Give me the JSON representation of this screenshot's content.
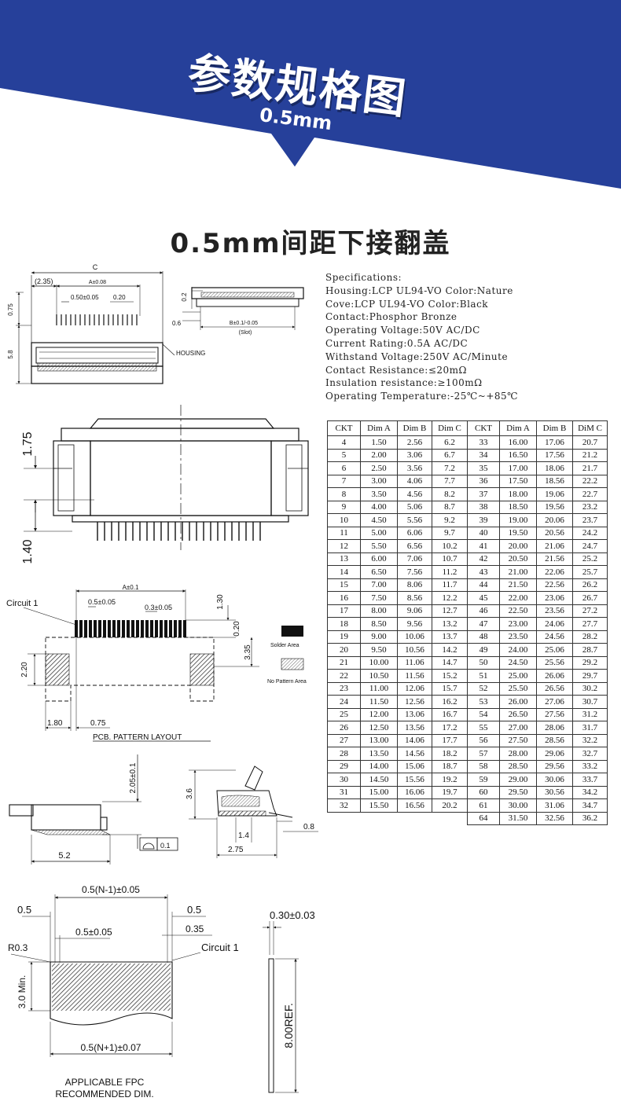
{
  "banner": {
    "title": "参数规格图",
    "subtitle": "0.5mm",
    "color": "#26409a"
  },
  "headline": "0.5mm间距下接翻盖",
  "specs": {
    "heading": "Specifications:",
    "lines": [
      "Housing:LCP UL94-VO Color:Nature",
      "Cove:LCP UL94-VO Color:Black",
      "Contact:Phosphor Bronze",
      "Operating Voltage:50V AC/DC",
      "Current Rating:0.5A AC/DC",
      "Withstand Voltage:250V AC/Minute",
      "Contact Resistance:≤20mΩ",
      "Insulation resistance:≥100mΩ",
      "Operating Temperature:-25℃~+85℃"
    ]
  },
  "table": {
    "headers": [
      "CKT",
      "Dim A",
      "Dim B",
      "Dim C",
      "CKT",
      "Dim A",
      "Dim B",
      "DiM C"
    ],
    "rows": [
      [
        "4",
        "1.50",
        "2.56",
        "6.2",
        "33",
        "16.00",
        "17.06",
        "20.7"
      ],
      [
        "5",
        "2.00",
        "3.06",
        "6.7",
        "34",
        "16.50",
        "17.56",
        "21.2"
      ],
      [
        "6",
        "2.50",
        "3.56",
        "7.2",
        "35",
        "17.00",
        "18.06",
        "21.7"
      ],
      [
        "7",
        "3.00",
        "4.06",
        "7.7",
        "36",
        "17.50",
        "18.56",
        "22.2"
      ],
      [
        "8",
        "3.50",
        "4.56",
        "8.2",
        "37",
        "18.00",
        "19.06",
        "22.7"
      ],
      [
        "9",
        "4.00",
        "5.06",
        "8.7",
        "38",
        "18.50",
        "19.56",
        "23.2"
      ],
      [
        "10",
        "4.50",
        "5.56",
        "9.2",
        "39",
        "19.00",
        "20.06",
        "23.7"
      ],
      [
        "11",
        "5.00",
        "6.06",
        "9.7",
        "40",
        "19.50",
        "20.56",
        "24.2"
      ],
      [
        "12",
        "5.50",
        "6.56",
        "10.2",
        "41",
        "20.00",
        "21.06",
        "24.7"
      ],
      [
        "13",
        "6.00",
        "7.06",
        "10.7",
        "42",
        "20.50",
        "21.56",
        "25.2"
      ],
      [
        "14",
        "6.50",
        "7.56",
        "11.2",
        "43",
        "21.00",
        "22.06",
        "25.7"
      ],
      [
        "15",
        "7.00",
        "8.06",
        "11.7",
        "44",
        "21.50",
        "22.56",
        "26.2"
      ],
      [
        "16",
        "7.50",
        "8.56",
        "12.2",
        "45",
        "22.00",
        "23.06",
        "26.7"
      ],
      [
        "17",
        "8.00",
        "9.06",
        "12.7",
        "46",
        "22.50",
        "23.56",
        "27.2"
      ],
      [
        "18",
        "8.50",
        "9.56",
        "13.2",
        "47",
        "23.00",
        "24.06",
        "27.7"
      ],
      [
        "19",
        "9.00",
        "10.06",
        "13.7",
        "48",
        "23.50",
        "24.56",
        "28.2"
      ],
      [
        "20",
        "9.50",
        "10.56",
        "14.2",
        "49",
        "24.00",
        "25.06",
        "28.7"
      ],
      [
        "21",
        "10.00",
        "11.06",
        "14.7",
        "50",
        "24.50",
        "25.56",
        "29.2"
      ],
      [
        "22",
        "10.50",
        "11.56",
        "15.2",
        "51",
        "25.00",
        "26.06",
        "29.7"
      ],
      [
        "23",
        "11.00",
        "12.06",
        "15.7",
        "52",
        "25.50",
        "26.56",
        "30.2"
      ],
      [
        "24",
        "11.50",
        "12.56",
        "16.2",
        "53",
        "26.00",
        "27.06",
        "30.7"
      ],
      [
        "25",
        "12.00",
        "13.06",
        "16.7",
        "54",
        "26.50",
        "27.56",
        "31.2"
      ],
      [
        "26",
        "12.50",
        "13.56",
        "17.2",
        "55",
        "27.00",
        "28.06",
        "31.7"
      ],
      [
        "27",
        "13.00",
        "14.06",
        "17.7",
        "56",
        "27.50",
        "28.56",
        "32.2"
      ],
      [
        "28",
        "13.50",
        "14.56",
        "18.2",
        "57",
        "28.00",
        "29.06",
        "32.7"
      ],
      [
        "29",
        "14.00",
        "15.06",
        "18.7",
        "58",
        "28.50",
        "29.56",
        "33.2"
      ],
      [
        "30",
        "14.50",
        "15.56",
        "19.2",
        "59",
        "29.00",
        "30.06",
        "33.7"
      ],
      [
        "31",
        "15.00",
        "16.06",
        "19.7",
        "60",
        "29.50",
        "30.56",
        "34.2"
      ],
      [
        "32",
        "15.50",
        "16.56",
        "20.2",
        "61",
        "30.00",
        "31.06",
        "34.7"
      ]
    ],
    "last_row": [
      "64",
      "31.50",
      "32.56",
      "36.2"
    ]
  },
  "drawings": {
    "top_view": {
      "c": "C",
      "d235": "(2.35)",
      "a": "A±0.08",
      "p050": "0.50±0.05",
      "p020": "0.20",
      "h075": "0.75",
      "h58": "5.8",
      "housing": "HOUSING"
    },
    "side_view": {
      "d02": "0.2",
      "d06": "0.6",
      "b": "B±0.1/-0.05",
      "slot": "(Slot)"
    },
    "front_view": {
      "d175": "1.75",
      "d140": "1.40"
    },
    "pcb": {
      "circuit1": "Circuit 1",
      "a": "A±0.1",
      "p05": "0.5±0.05",
      "p03": "0.3±0.05",
      "d130": "1.30",
      "d020": "0.20",
      "d335": "3.35",
      "d220": "2.20",
      "d180": "1.80",
      "d075": "0.75",
      "title": "PCB. PATTERN LAYOUT",
      "solder": "Solder Area",
      "nopattern": "No Pattern Area"
    },
    "profile_left": {
      "d205": "2.05±0.1",
      "d52": "5.2",
      "flatness": "0.1"
    },
    "profile_right": {
      "d36": "3.6",
      "d14": "1.4",
      "d275": "2.75",
      "d08": "0.8"
    },
    "fpc": {
      "pitch_top": "0.5(N-1)±0.05",
      "l05": "0.5",
      "r05": "0.5",
      "p05": "0.5±0.05",
      "r035": "0.35",
      "r03": "R0.3",
      "circuit1": "Circuit 1",
      "min30": "3.0 Min.",
      "pitch_bottom": "0.5(N+1)±0.07",
      "caption_line1": "APPLICABLE FPC",
      "caption_line2": "RECOMMENDED DIM.",
      "thickness": "0.30±0.03",
      "ref": "8.00REF."
    }
  }
}
